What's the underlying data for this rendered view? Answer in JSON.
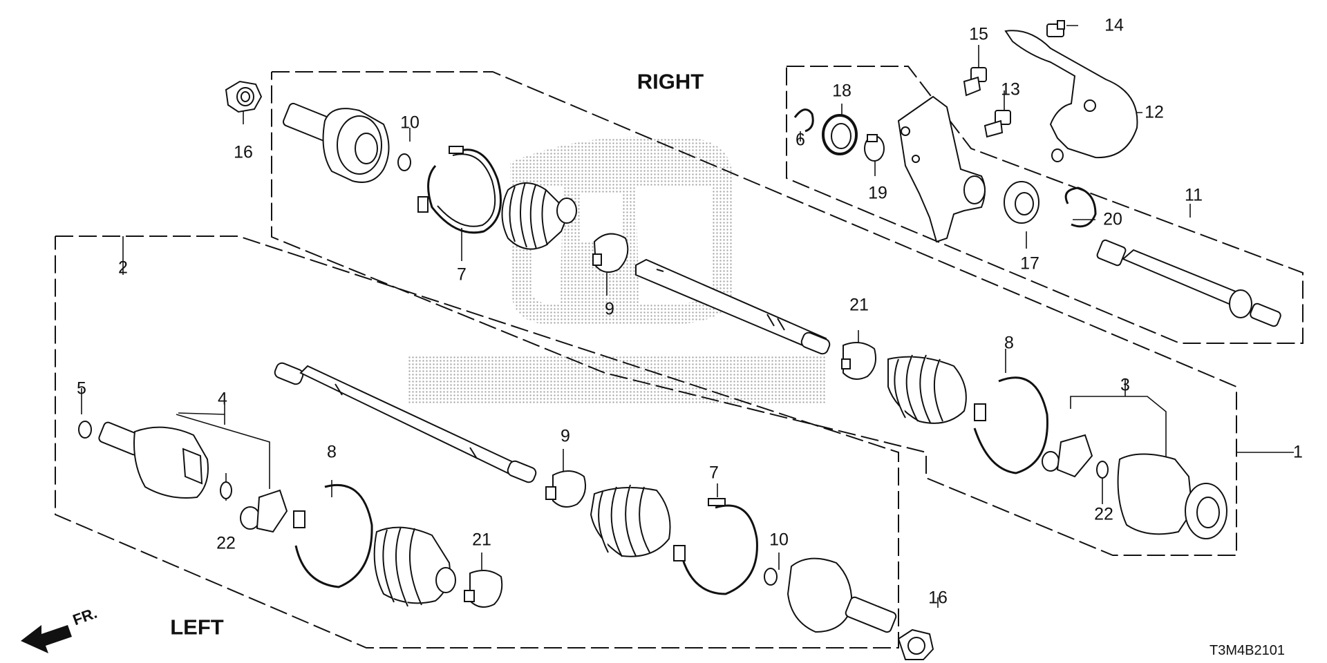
{
  "headings": {
    "right": "RIGHT",
    "left": "LEFT"
  },
  "direction": {
    "label": "FR.",
    "icon": "front-arrow-icon"
  },
  "diagram_code": "T3M4B2101",
  "watermark": {
    "brand": "HONDA",
    "icon": "honda-logo-icon"
  },
  "colors": {
    "line": "#111111",
    "fill": "#ffffff",
    "watermark": "#9a9a9a"
  },
  "callouts": [
    {
      "id": "c1",
      "text": "1"
    },
    {
      "id": "c2",
      "text": "2"
    },
    {
      "id": "c3",
      "text": "3"
    },
    {
      "id": "c4",
      "text": "4"
    },
    {
      "id": "c5",
      "text": "5"
    },
    {
      "id": "c6",
      "text": "6"
    },
    {
      "id": "c7a",
      "text": "7"
    },
    {
      "id": "c7b",
      "text": "7"
    },
    {
      "id": "c8a",
      "text": "8"
    },
    {
      "id": "c8b",
      "text": "8"
    },
    {
      "id": "c9a",
      "text": "9"
    },
    {
      "id": "c9b",
      "text": "9"
    },
    {
      "id": "c10a",
      "text": "10"
    },
    {
      "id": "c10b",
      "text": "10"
    },
    {
      "id": "c11",
      "text": "11"
    },
    {
      "id": "c12",
      "text": "12"
    },
    {
      "id": "c13",
      "text": "13"
    },
    {
      "id": "c14",
      "text": "14"
    },
    {
      "id": "c15",
      "text": "15"
    },
    {
      "id": "c16a",
      "text": "16"
    },
    {
      "id": "c16b",
      "text": "16"
    },
    {
      "id": "c17",
      "text": "17"
    },
    {
      "id": "c18",
      "text": "18"
    },
    {
      "id": "c19",
      "text": "19"
    },
    {
      "id": "c20",
      "text": "20"
    },
    {
      "id": "c21a",
      "text": "21"
    },
    {
      "id": "c21b",
      "text": "21"
    },
    {
      "id": "c22a",
      "text": "22"
    },
    {
      "id": "c22b",
      "text": "22"
    }
  ]
}
